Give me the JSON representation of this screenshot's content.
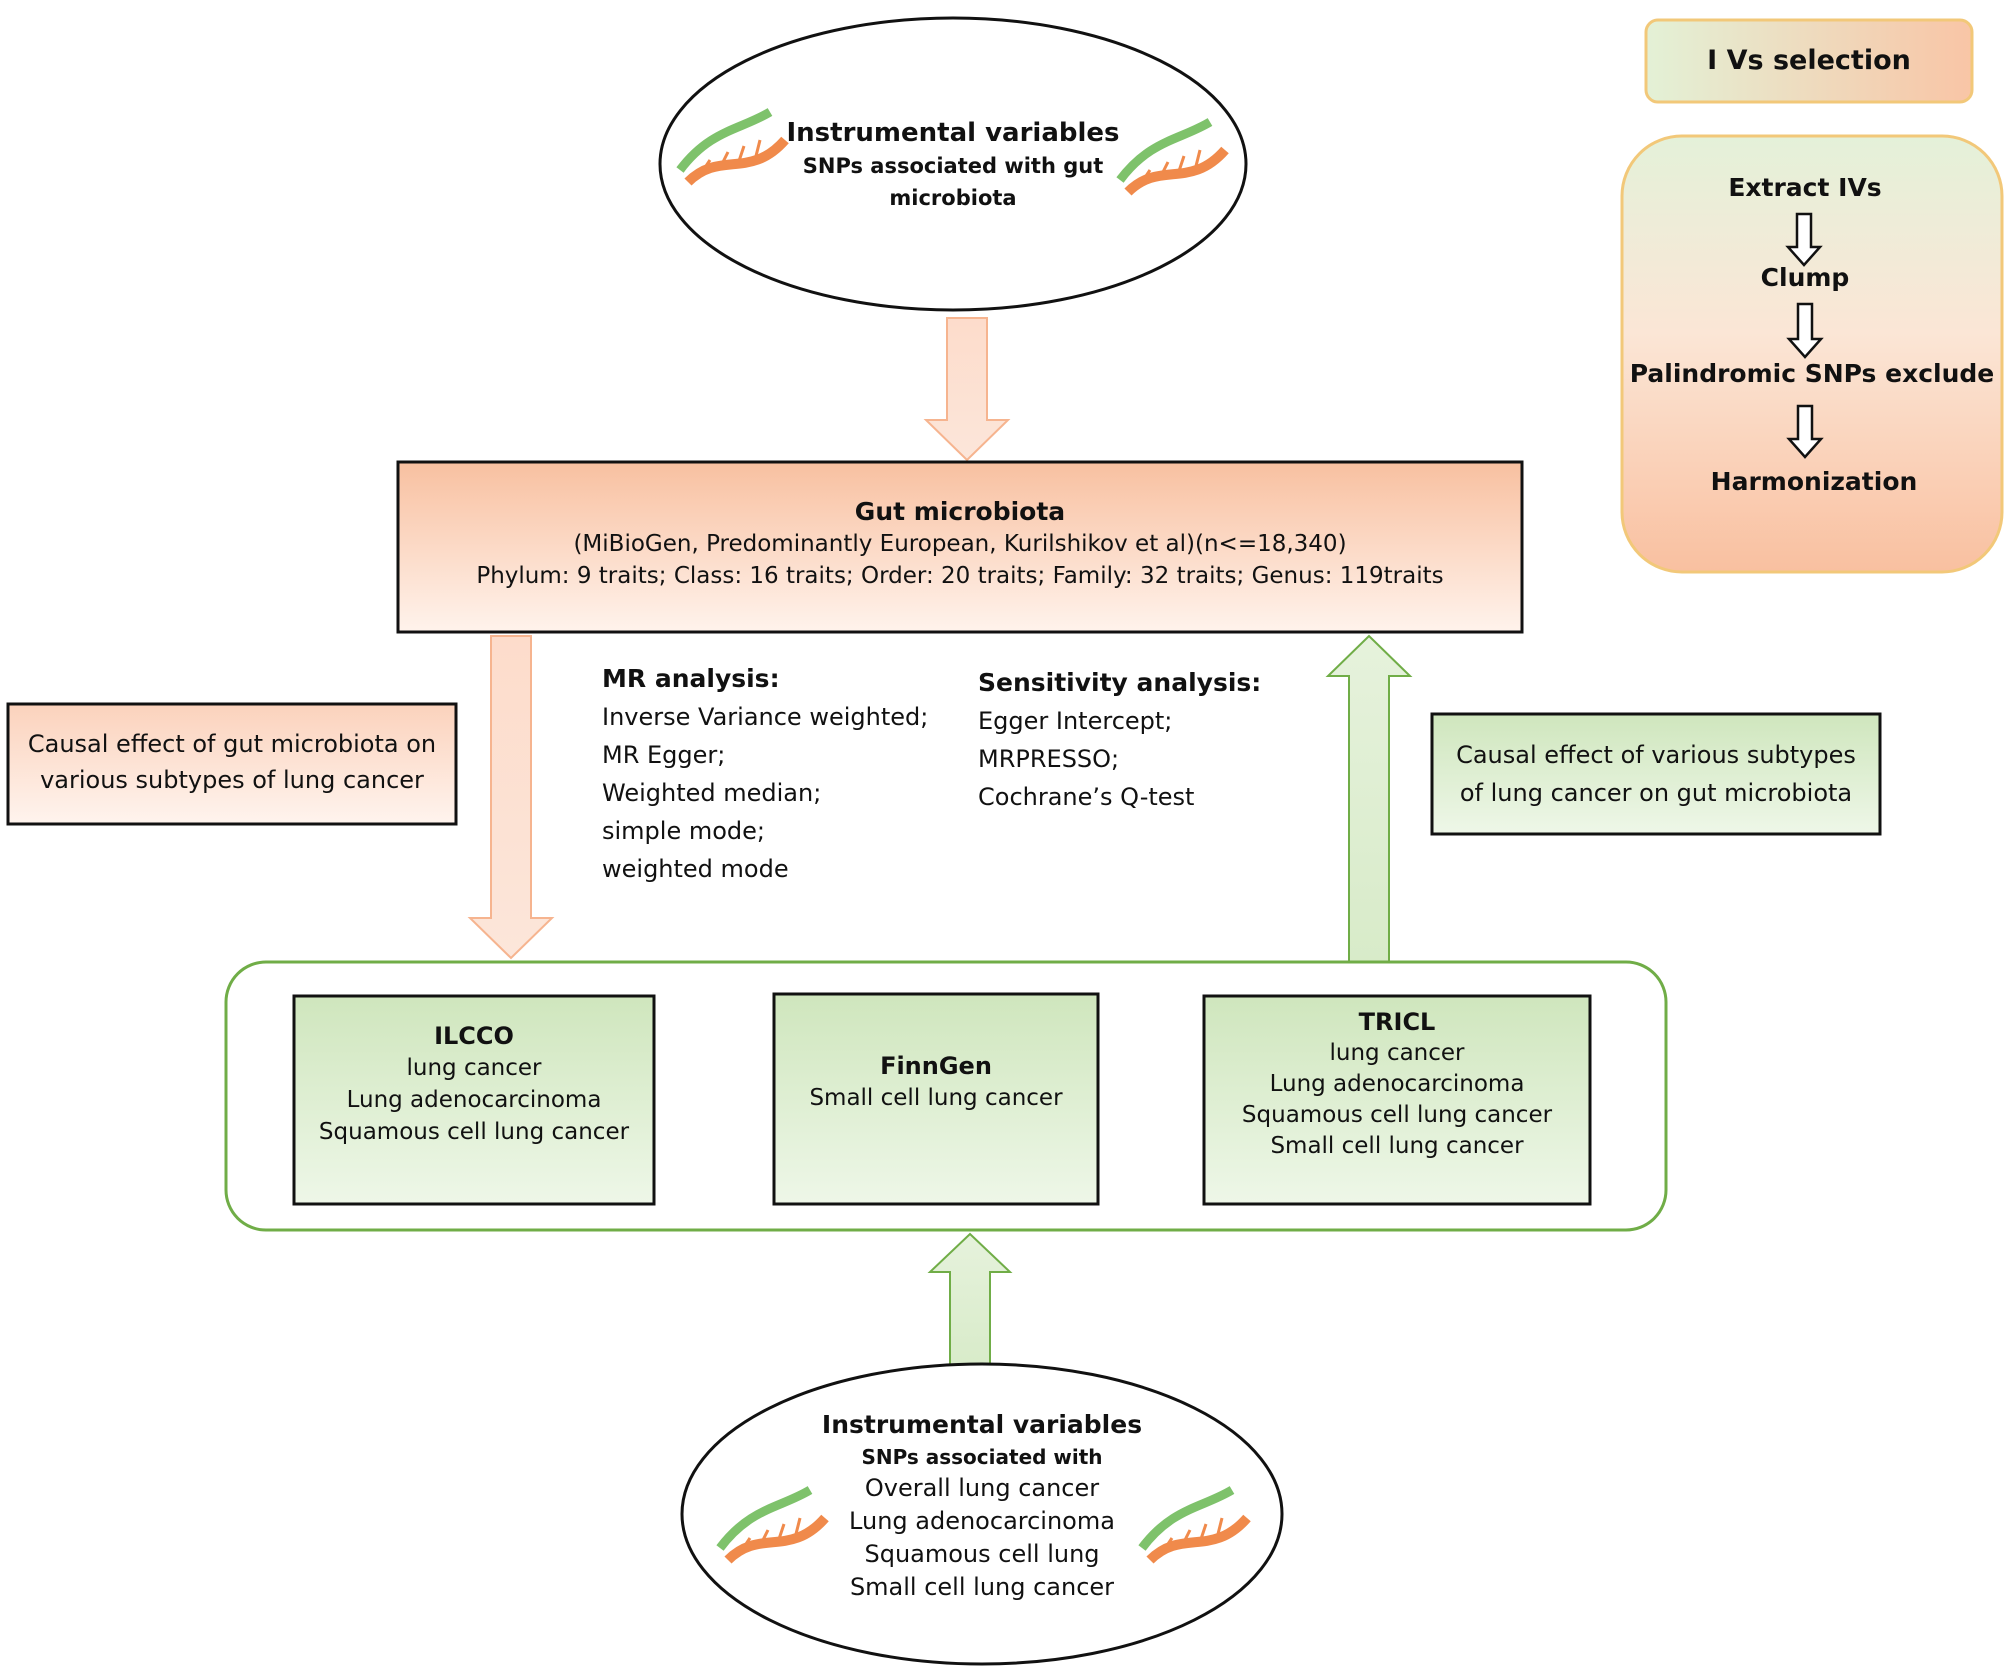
{
  "top_ellipse": {
    "title": "Instrumental variables",
    "line1": "SNPs associated with gut",
    "line2": "microbiota"
  },
  "gut_box": {
    "title": "Gut microbiota",
    "line1": "(MiBioGen, Predominantly European, Kurilshikov et al)(n<=18,340)",
    "line2": "Phylum: 9 traits;  Class: 16 traits;  Order: 20 traits;  Family: 32 traits;  Genus: 119traits"
  },
  "ivs_panel": {
    "title": "I Vs selection",
    "steps": [
      "Extract IVs",
      "Clump",
      "Palindromic SNPs exclude",
      "Harmonization"
    ]
  },
  "mr_analysis": {
    "title": "MR analysis:",
    "items": [
      "Inverse Variance weighted;",
      "MR Egger;",
      "Weighted median;",
      "simple mode;",
      "weighted mode"
    ]
  },
  "sensitivity": {
    "title": "Sensitivity analysis:",
    "items": [
      "Egger Intercept;",
      "MRPRESSO;",
      "Cochrane’s Q-test"
    ]
  },
  "causal_left": {
    "line1": "Causal effect of gut microbiota on",
    "line2": "various subtypes of lung cancer"
  },
  "causal_right": {
    "line1": "Causal effect of various subtypes",
    "line2": "of lung cancer on gut microbiota"
  },
  "datasets": [
    {
      "title": "ILCCO",
      "items": [
        "lung cancer",
        "Lung adenocarcinoma",
        "Squamous cell lung cancer"
      ]
    },
    {
      "title": "FinnGen",
      "items": [
        "Small cell lung cancer"
      ]
    },
    {
      "title": "TRICL",
      "items": [
        "lung cancer",
        "Lung adenocarcinoma",
        "Squamous cell lung cancer",
        "Small cell lung cancer"
      ]
    }
  ],
  "bottom_ellipse": {
    "title": "Instrumental variables",
    "subtitle": "SNPs associated with",
    "items": [
      "Overall lung cancer",
      "Lung adenocarcinoma",
      "Squamous cell lung",
      "Small cell lung cancer"
    ]
  },
  "colors": {
    "orange_fill": "#f9c7a9",
    "light_orange": "#fde1d2",
    "green_fill": "#d4e9c4",
    "green_border": "#70ad47",
    "border": "#111111"
  }
}
